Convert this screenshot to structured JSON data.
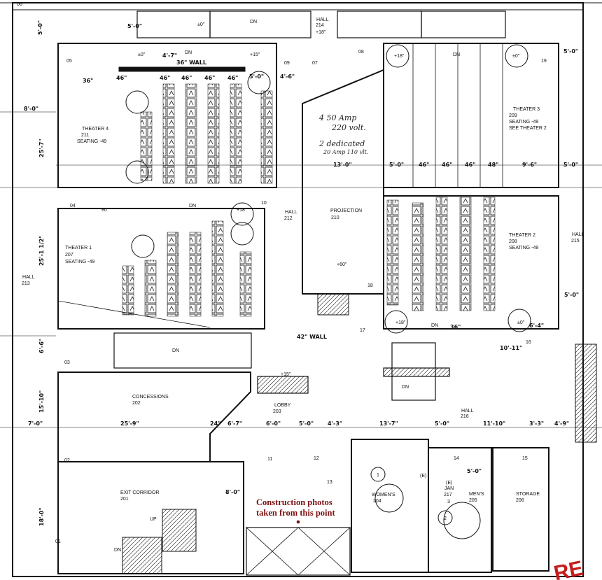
{
  "rooms": {
    "theater4": {
      "name": "THEATER 4",
      "number": "211",
      "seating": "SEATING -49"
    },
    "theater3": {
      "name": "THEATER 3",
      "number": "209",
      "seating": "SEATING -49",
      "note": "SEE THEATER 2"
    },
    "theater1": {
      "name": "THEATER 1",
      "number": "207",
      "seating": "SEATING -49"
    },
    "theater2": {
      "name": "THEATER 2",
      "number": "208",
      "seating": "SEATING -49"
    },
    "projection": {
      "name": "PROJECTION",
      "number": "210"
    },
    "concessions": {
      "name": "CONCESSIONS",
      "number": "202"
    },
    "lobby": {
      "name": "LOBBY",
      "number": "203"
    },
    "exit_corridor": {
      "name": "EXIT CORRIDOR",
      "number": "201"
    },
    "womens": {
      "name": "WOMEN'S",
      "number": "204"
    },
    "mens": {
      "name": "MEN'S",
      "number": "205"
    },
    "storage": {
      "name": "STORAGE",
      "number": "206"
    },
    "jan": {
      "name": "JAN",
      "number": "217"
    },
    "hall_214": {
      "name": "HALL",
      "number": "214"
    },
    "hall_212": {
      "name": "HALL",
      "number": "212"
    },
    "hall_213": {
      "name": "HALL",
      "number": "213"
    },
    "hall_215": {
      "name": "HALL",
      "number": "215"
    },
    "hall_216": {
      "name": "HALL",
      "number": "216"
    }
  },
  "handwritten": {
    "line1": "4  50 Amp",
    "line2": "220 volt.",
    "line3": "2 dedicated",
    "line4": "20 Amp 110 vlt."
  },
  "callout": {
    "line1": "Construction photos",
    "line2": "taken from this point"
  },
  "stamp_text": "RE",
  "wall_notes": {
    "wall36": "36\" WALL",
    "wall42": "42\" WALL"
  },
  "top_dims": [
    "46\"",
    "46\"",
    "46\"",
    "46\"",
    "46\""
  ],
  "proj_dims": [
    "13'-0\"",
    "5'-0\"",
    "46\"",
    "46\"",
    "46\"",
    "48\"",
    "9'-6\"",
    "5'-0\""
  ],
  "bottom_dims": [
    "7'-0\"",
    "25'-9\"",
    "24\"",
    "6'-7\"",
    "6'-0\"",
    "5'-0\"",
    "4'-3\"",
    "13'-7\"",
    "5'-0\"",
    "11'-10\"",
    "3'-3\"",
    "4'-9\""
  ],
  "left_dims": [
    "5'-0\"",
    "8'-0\"",
    "25'-7\"",
    "25'-1 1/2\"",
    "6'-6\"",
    "15'-10\"",
    "18'-0\""
  ],
  "misc_dims": {
    "d36a": "36\"",
    "d41": "4'-7\"",
    "d5a": "5'-0\"",
    "d4a": "4'-6\"",
    "d50top": "5'-0\"",
    "d5right": "5'-0\"",
    "d64": "6'-4\"",
    "d1011": "10'-11\"",
    "d36b": "36\"",
    "d8": "8'-0\"",
    "d5c": "5'-0\"",
    "d5d": "5'-0\""
  },
  "elev_marks": {
    "plus18": "+18\"",
    "plus15": "+15\"",
    "zero": "±0\"",
    "plus60": "+60\""
  },
  "dn": "DN",
  "up": "UP",
  "door_tags": [
    "01",
    "02",
    "03",
    "04",
    "05",
    "06",
    "07",
    "08",
    "09",
    "10",
    "11",
    "12",
    "13",
    "14",
    "15",
    "16",
    "17",
    "18",
    "19"
  ],
  "fixture_tags": {
    "one": "1",
    "two": "2",
    "three": "3",
    "e1": "(E)",
    "e2": "(E)"
  }
}
